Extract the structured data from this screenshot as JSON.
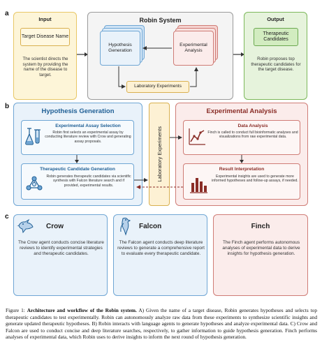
{
  "panel_a": {
    "label": "a",
    "input": {
      "title": "Input",
      "box_text": "Target Disease Name",
      "desc": "The scientist directs the system by providing the name of the disease to target."
    },
    "robin": {
      "title": "Robin System",
      "hypothesis": "Hypothesis Generation",
      "experimental": "Experimental Analysis",
      "lab": "Laboratory Experiments"
    },
    "output": {
      "title": "Output",
      "box_text": "Therapeutic Candidates",
      "desc": "Robin proposes top therapeutic candidates for the target disease."
    }
  },
  "panel_b": {
    "label": "b",
    "hypothesis_title": "Hypothesis Generation",
    "assay_title": "Experimental Assay Selection",
    "assay_desc": "Robin first selects an experimental assay by conducting literature review with Crow and generating assay proposals.",
    "candidate_title": "Therapeutic Candidate Generation",
    "candidate_desc": "Robin generates therapeutic candidates via scientific synthesis with Falcon literature search and if provided, experimental results.",
    "lab": "Laboratory Experiments",
    "experimental_title": "Experimental Analysis",
    "data_title": "Data Analysis",
    "data_desc": "Finch is called to conduct full bioinformatic analyses and visualizations from raw experimental data.",
    "result_title": "Result Interpretation",
    "result_desc": "Experimental insights are used to generate more informed hypotheses and follow-up assays, if needed."
  },
  "panel_c": {
    "label": "c",
    "crow": {
      "name": "Crow",
      "desc": "The Crow agent conducts concise literature reviews to identify experimental strategies and therapeutic candidates."
    },
    "falcon": {
      "name": "Falcon",
      "desc": "The Falcon agent conducts deep literature reviews to generate a comprehensive report to evaluate every therapeutic candidate."
    },
    "finch": {
      "name": "Finch",
      "desc": "The Finch agent performs autonomous analyses of experimental data to derive insights for hypothesis generation."
    }
  },
  "caption": {
    "prefix": "Figure 1: ",
    "bold": "Architecture and workflow of the Robin system.",
    "body": " A) Given the name of a target disease, Robin generates hypotheses and selects top therapeutic candidates to test experimentally. Robin can autonomously analyze raw data from these experiments to synthesize scientific insights and generate updated therapeutic hypotheses. B) Robin interacts with language agents to generate hypotheses and analyze experimental data. C) Crow and Falcon are used to conduct concise and deep literature searches, respectively, to gather information to guide hypothesis generation. Finch performs analyses of experimental data, which Robin uses to derive insights to inform the next round of hypothesis generation."
  },
  "colors": {
    "input_fill": "#fdf5d8",
    "input_border": "#e8c766",
    "output_fill": "#e6f3dc",
    "output_border": "#7cb85a",
    "blue_fill": "#e9f2fa",
    "blue_border": "#6fa6d4",
    "blue_title": "#1f5f95",
    "red_fill": "#fbeceb",
    "red_border": "#cf7c76",
    "red_title": "#8a2d27",
    "lab_fill": "#fdf1d4",
    "lab_border": "#d9b04f",
    "grey_fill": "#f4f4f4",
    "grey_border": "#9a9a9a"
  }
}
